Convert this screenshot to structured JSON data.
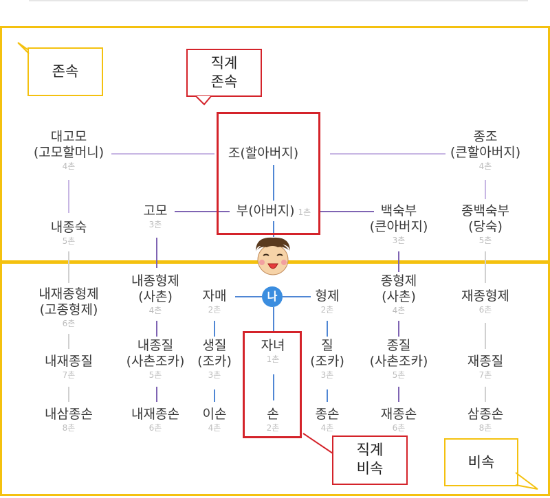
{
  "colors": {
    "accent_yellow": "#f4c10f",
    "accent_red": "#d4232a",
    "line_purple": "#a98fd0",
    "line_blue": "#4f86d4",
    "me_badge": "#3b8ddf"
  },
  "captions": {
    "ascendants": "존속",
    "direct_ascendants": [
      "직계",
      "존속"
    ],
    "direct_descendants": [
      "직계",
      "비속"
    ],
    "descendants": "비속"
  },
  "me": {
    "label": "나"
  },
  "nodes": {
    "great_aunt": {
      "name": [
        "대고모",
        "(고모할머니)"
      ],
      "degree": "4촌"
    },
    "grandfather": {
      "name": [
        "조(할아버지)"
      ],
      "degree": ""
    },
    "great_uncle": {
      "name": [
        "종조",
        "(큰할아버지)"
      ],
      "degree": "4촌"
    },
    "father": {
      "name": [
        "부(아버지)"
      ],
      "degree": "1촌"
    },
    "aunt": {
      "name": [
        "고모"
      ],
      "degree": "3촌"
    },
    "uncle": {
      "name": [
        "백숙부",
        "(큰아버지)"
      ],
      "degree": "3촌"
    },
    "second_uncle": {
      "name": [
        "종백숙부",
        "(당숙)"
      ],
      "degree": "5촌"
    },
    "aunt_paternal_cousin": {
      "name": [
        "내종숙"
      ],
      "degree": "5촌"
    },
    "second_cousin_f": {
      "name": [
        "내재종형제",
        "(고종형제)"
      ],
      "degree": "6촌"
    },
    "cousin_f": {
      "name": [
        "내종형제",
        "(사촌)"
      ],
      "degree": "4촌"
    },
    "sister": {
      "name": [
        "자매"
      ],
      "degree": "2촌"
    },
    "brother": {
      "name": [
        "형제"
      ],
      "degree": "2촌"
    },
    "cousin_m": {
      "name": [
        "종형제",
        "(사촌)"
      ],
      "degree": "4촌"
    },
    "second_cousin_m": {
      "name": [
        "재종형제"
      ],
      "degree": "6촌"
    },
    "second_cousin_nephew_f": {
      "name": [
        "내재종질"
      ],
      "degree": "7촌"
    },
    "cousin_nephew_f": {
      "name": [
        "내종질",
        "(사촌조카)"
      ],
      "degree": "5촌"
    },
    "niece": {
      "name": [
        "생질",
        "(조카)"
      ],
      "degree": "3촌"
    },
    "child": {
      "name": [
        "자녀"
      ],
      "degree": "1촌"
    },
    "nephew": {
      "name": [
        "질",
        "(조카)"
      ],
      "degree": "3촌"
    },
    "cousin_nephew_m": {
      "name": [
        "종질",
        "(사촌조카)"
      ],
      "degree": "5촌"
    },
    "second_cousin_nephew_m": {
      "name": [
        "재종질"
      ],
      "degree": "7촌"
    },
    "third_cousin_grandson_f": {
      "name": [
        "내삼종손"
      ],
      "degree": "8촌"
    },
    "cousin_grandson_f": {
      "name": [
        "내재종손"
      ],
      "degree": "6촌"
    },
    "niece_child": {
      "name": [
        "이손"
      ],
      "degree": "4촌"
    },
    "grandchild": {
      "name": [
        "손"
      ],
      "degree": "2촌"
    },
    "nephew_child": {
      "name": [
        "종손"
      ],
      "degree": "4촌"
    },
    "cousin_grandson_m": {
      "name": [
        "재종손"
      ],
      "degree": "6촌"
    },
    "third_cousin_grandson_m": {
      "name": [
        "삼종손"
      ],
      "degree": "8촌"
    }
  }
}
